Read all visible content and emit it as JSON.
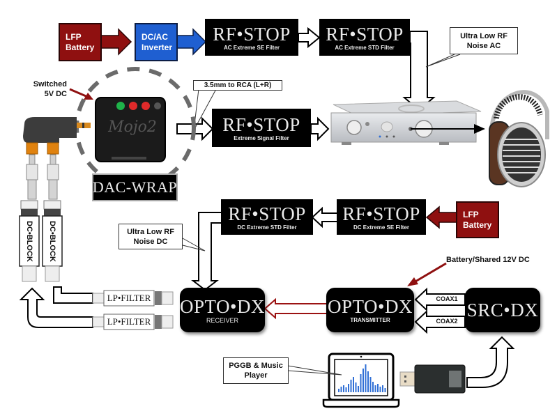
{
  "title": "Mojo2 DAC audio signal and power chain",
  "ac_chain": {
    "battery": {
      "line1": "LFP",
      "line2": "Battery"
    },
    "inverter": {
      "line1": "DC/AC",
      "line2": "Inverter"
    },
    "filter1": {
      "brand": "RF•STOP",
      "sub": "AC Extreme SE Filter"
    },
    "filter2": {
      "brand": "RF•STOP",
      "sub": "AC Extreme STD Filter"
    },
    "callout": {
      "line1": "Ultra Low RF",
      "line2": "Noise AC"
    }
  },
  "dac": {
    "power_label": {
      "line1": "Switched",
      "line2": "5V DC"
    },
    "device_name": "Mojo2",
    "wrap_label": "DAC-WRAP",
    "cable_callout": "3.5mm to RCA (L+R)",
    "signal_filter": {
      "brand": "RF•STOP",
      "sub": "Extreme Signal Filter"
    }
  },
  "dc_chain": {
    "battery": {
      "line1": "LFP",
      "line2": "Battery"
    },
    "filter_se": {
      "brand": "RF•STOP",
      "sub": "DC Extreme SE Filter"
    },
    "filter_std": {
      "brand": "RF•STOP",
      "sub": "DC Extreme STD Filter"
    },
    "callout": {
      "line1": "Ultra Low RF",
      "line2": "Noise DC"
    }
  },
  "dc_blocks": [
    "DC•BLOCK",
    "DC•BLOCK"
  ],
  "lp_filters": [
    "LP•FILTER",
    "LP•FILTER"
  ],
  "opto_receiver": {
    "brand": "OPTO•DX",
    "sub": "RECEIVER"
  },
  "opto_transmitter": {
    "brand": "OPTO•DX",
    "sub": "TRANSMITTER"
  },
  "transmitter_power_label": "Battery/Shared 12V DC",
  "src": {
    "brand": "SRC•DX"
  },
  "coax": [
    "COAX1",
    "COAX2"
  ],
  "player_callout": {
    "line1": "PGGB & Music",
    "line2": "Player"
  },
  "colors": {
    "battery_red": "#8f1010",
    "inverter_blue": "#1f5fd1",
    "filter_black": "#000000",
    "optical_arrow_red": "#9b1212",
    "eq_blue": "#2f6fd6"
  }
}
